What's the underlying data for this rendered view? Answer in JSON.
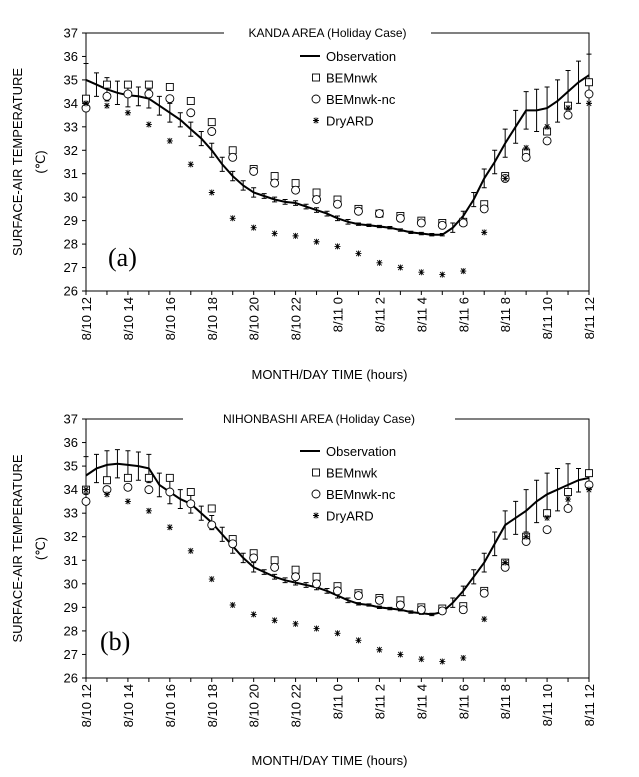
{
  "chart_data": [
    {
      "type": "line",
      "panel_label": "(a)",
      "title": "KANDA AREA (Holiday Case)",
      "xlabel": "MONTH/DAY TIME (hours)",
      "ylabel_line1": "SURFACE-AIR TEMPERATURE",
      "ylabel_line2": "(℃)",
      "ylim": [
        26,
        37
      ],
      "yticks": [
        26,
        27,
        28,
        29,
        30,
        31,
        32,
        33,
        34,
        35,
        36,
        37
      ],
      "x": [
        0,
        1,
        2,
        3,
        4,
        5,
        6,
        7,
        8,
        9,
        10,
        11,
        12,
        13,
        14,
        15,
        16,
        17,
        18,
        19,
        20,
        21,
        22,
        23,
        24
      ],
      "xticks": [
        {
          "x": 0,
          "label": "8/10 12"
        },
        {
          "x": 2,
          "label": "8/10 14"
        },
        {
          "x": 4,
          "label": "8/10 16"
        },
        {
          "x": 6,
          "label": "8/10 18"
        },
        {
          "x": 8,
          "label": "8/10 20"
        },
        {
          "x": 10,
          "label": "8/10 22"
        },
        {
          "x": 12,
          "label": "8/11 0"
        },
        {
          "x": 14,
          "label": "8/11 2"
        },
        {
          "x": 16,
          "label": "8/11 4"
        },
        {
          "x": 18,
          "label": "8/11 6"
        },
        {
          "x": 20,
          "label": "8/11 8"
        },
        {
          "x": 22,
          "label": "8/11 10"
        },
        {
          "x": 24,
          "label": "8/11 12"
        }
      ],
      "legend": "top-right",
      "series": [
        {
          "name": "Observation",
          "style": "line-errorbars",
          "x": [
            0,
            0.5,
            1,
            1.5,
            2,
            2.5,
            3,
            3.5,
            4,
            4.5,
            5,
            5.5,
            6,
            6.5,
            7,
            7.5,
            8,
            8.5,
            9,
            9.5,
            10,
            10.5,
            11,
            11.5,
            12,
            12.5,
            13,
            13.5,
            14,
            14.5,
            15,
            15.5,
            16,
            16.5,
            17,
            17.5,
            18,
            18.5,
            19,
            19.5,
            20,
            20.5,
            21,
            21.5,
            22,
            22.5,
            23,
            23.5,
            24
          ],
          "values": [
            35.0,
            34.8,
            34.6,
            34.45,
            34.35,
            34.3,
            34.2,
            33.9,
            33.6,
            33.3,
            32.9,
            32.5,
            32.0,
            31.4,
            30.9,
            30.5,
            30.2,
            30.05,
            29.9,
            29.8,
            29.75,
            29.6,
            29.45,
            29.3,
            29.1,
            28.95,
            28.85,
            28.8,
            28.75,
            28.7,
            28.6,
            28.5,
            28.45,
            28.4,
            28.4,
            28.7,
            29.2,
            29.9,
            30.8,
            31.5,
            32.3,
            33.0,
            33.7,
            33.7,
            33.8,
            34.1,
            34.5,
            34.9,
            35.2
          ],
          "error": [
            0.7,
            0.5,
            0.5,
            0.5,
            0.5,
            0.4,
            0.4,
            0.4,
            0.4,
            0.3,
            0.3,
            0.3,
            0.3,
            0.3,
            0.2,
            0.2,
            0.2,
            0.1,
            0.1,
            0.1,
            0.1,
            0.1,
            0.1,
            0.1,
            0.1,
            0.1,
            0.05,
            0.05,
            0.05,
            0.05,
            0.05,
            0.05,
            0.05,
            0.05,
            0.05,
            0.2,
            0.2,
            0.3,
            0.4,
            0.5,
            0.6,
            0.7,
            0.8,
            0.9,
            0.9,
            0.9,
            0.9,
            0.9,
            0.9
          ]
        },
        {
          "name": "BEMnwk",
          "style": "square",
          "values": [
            34.2,
            34.8,
            34.8,
            34.8,
            34.7,
            34.1,
            33.2,
            32.0,
            31.2,
            30.9,
            30.6,
            30.2,
            29.9,
            29.5,
            29.3,
            29.2,
            29.0,
            28.9,
            28.95,
            29.7,
            30.9,
            31.9,
            32.8,
            33.9,
            34.9
          ]
        },
        {
          "name": "BEMnwk-nc",
          "style": "circle",
          "values": [
            33.8,
            34.3,
            34.4,
            34.4,
            34.2,
            33.6,
            32.8,
            31.7,
            31.1,
            30.6,
            30.3,
            29.9,
            29.7,
            29.4,
            29.3,
            29.1,
            28.9,
            28.8,
            28.9,
            29.5,
            30.8,
            31.7,
            32.4,
            33.5,
            34.4
          ]
        },
        {
          "name": "DryARD",
          "style": "star",
          "values": [
            34.0,
            33.9,
            33.6,
            33.1,
            32.4,
            31.4,
            30.2,
            29.1,
            28.7,
            28.45,
            28.35,
            28.1,
            27.9,
            27.6,
            27.2,
            27.0,
            26.8,
            26.7,
            26.85,
            28.5,
            30.8,
            32.1,
            33.0,
            33.8,
            34.0
          ]
        }
      ]
    },
    {
      "type": "line",
      "panel_label": "(b)",
      "title": "NIHONBASHI AREA  (Holiday Case)",
      "xlabel": "MONTH/DAY  TIME (hours)",
      "ylabel_line1": "SURFACE-AIR TEMPERATURE",
      "ylabel_line2": "(℃)",
      "ylim": [
        26,
        37
      ],
      "yticks": [
        26,
        27,
        28,
        29,
        30,
        31,
        32,
        33,
        34,
        35,
        36,
        37
      ],
      "x": [
        0,
        1,
        2,
        3,
        4,
        5,
        6,
        7,
        8,
        9,
        10,
        11,
        12,
        13,
        14,
        15,
        16,
        17,
        18,
        19,
        20,
        21,
        22,
        23,
        24
      ],
      "xticks": [
        {
          "x": 0,
          "label": "8/10 12"
        },
        {
          "x": 2,
          "label": "8/10 14"
        },
        {
          "x": 4,
          "label": "8/10 16"
        },
        {
          "x": 6,
          "label": "8/10 18"
        },
        {
          "x": 8,
          "label": "8/10 20"
        },
        {
          "x": 10,
          "label": "8/10 22"
        },
        {
          "x": 12,
          "label": "8/11 0"
        },
        {
          "x": 14,
          "label": "8/11 2"
        },
        {
          "x": 16,
          "label": "8/11 4"
        },
        {
          "x": 18,
          "label": "8/11 6"
        },
        {
          "x": 20,
          "label": "8/11 8"
        },
        {
          "x": 22,
          "label": "8/11 10"
        },
        {
          "x": 24,
          "label": "8/11 12"
        }
      ],
      "legend": "top-right",
      "series": [
        {
          "name": "Observation",
          "style": "line-errorbars",
          "x": [
            0,
            0.5,
            1,
            1.5,
            2,
            2.5,
            3,
            3.5,
            4,
            4.5,
            5,
            5.5,
            6,
            6.5,
            7,
            7.5,
            8,
            8.5,
            9,
            9.5,
            10,
            10.5,
            11,
            11.5,
            12,
            12.5,
            13,
            13.5,
            14,
            14.5,
            15,
            15.5,
            16,
            16.5,
            17,
            17.5,
            18,
            18.5,
            19,
            19.5,
            20,
            20.5,
            21,
            21.5,
            22,
            22.5,
            23,
            23.5,
            24
          ],
          "values": [
            34.6,
            34.9,
            35.05,
            35.1,
            35.05,
            35.0,
            34.9,
            34.2,
            33.9,
            33.6,
            33.4,
            33.0,
            32.6,
            32.1,
            31.6,
            31.1,
            30.7,
            30.5,
            30.3,
            30.15,
            30.05,
            29.95,
            29.85,
            29.7,
            29.5,
            29.3,
            29.15,
            29.1,
            29.0,
            28.95,
            28.9,
            28.8,
            28.75,
            28.7,
            28.8,
            29.2,
            29.7,
            30.3,
            30.9,
            31.7,
            32.5,
            32.8,
            33.1,
            33.5,
            33.8,
            34.0,
            34.2,
            34.4,
            34.5
          ],
          "error": [
            0.8,
            0.6,
            0.6,
            0.6,
            0.6,
            0.6,
            0.6,
            0.5,
            0.5,
            0.4,
            0.4,
            0.3,
            0.3,
            0.3,
            0.3,
            0.2,
            0.2,
            0.1,
            0.1,
            0.1,
            0.1,
            0.1,
            0.1,
            0.1,
            0.1,
            0.1,
            0.05,
            0.05,
            0.05,
            0.05,
            0.05,
            0.05,
            0.05,
            0.05,
            0.05,
            0.2,
            0.2,
            0.3,
            0.4,
            0.5,
            0.6,
            0.7,
            0.9,
            0.9,
            0.9,
            0.9,
            0.9,
            0.5,
            0.3
          ]
        },
        {
          "name": "BEMnwk",
          "style": "square",
          "values": [
            34.0,
            34.4,
            34.5,
            34.5,
            34.5,
            33.9,
            33.2,
            31.9,
            31.3,
            31.0,
            30.6,
            30.3,
            29.9,
            29.6,
            29.4,
            29.3,
            29.0,
            28.95,
            29.05,
            29.7,
            30.9,
            32.0,
            33.0,
            33.9,
            34.7
          ]
        },
        {
          "name": "BEMnwk-nc",
          "style": "circle",
          "values": [
            33.5,
            34.0,
            34.1,
            34.0,
            33.9,
            33.4,
            32.5,
            31.7,
            31.1,
            30.7,
            30.3,
            30.0,
            29.7,
            29.5,
            29.3,
            29.1,
            28.9,
            28.85,
            28.9,
            29.6,
            30.7,
            31.8,
            32.3,
            33.2,
            34.2
          ]
        },
        {
          "name": "DryARD",
          "style": "star",
          "values": [
            34.0,
            33.8,
            33.5,
            33.1,
            32.4,
            31.4,
            30.2,
            29.1,
            28.7,
            28.45,
            28.3,
            28.1,
            27.9,
            27.6,
            27.2,
            27.0,
            26.8,
            26.7,
            26.85,
            28.5,
            30.9,
            32.0,
            32.8,
            33.6,
            34.0
          ]
        }
      ]
    }
  ]
}
